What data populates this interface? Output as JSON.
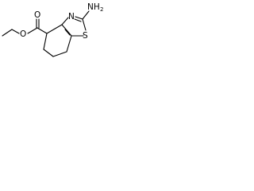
{
  "molecule": {
    "atoms": {
      "amine_n": "NH",
      "amine_h_count": "2",
      "ring_n": "N",
      "ring_s": "S",
      "carbonyl_o": "O",
      "ester_o": "O"
    }
  },
  "colors": {
    "bond": "#000000",
    "label": "#000000",
    "background": "#ffffff"
  }
}
